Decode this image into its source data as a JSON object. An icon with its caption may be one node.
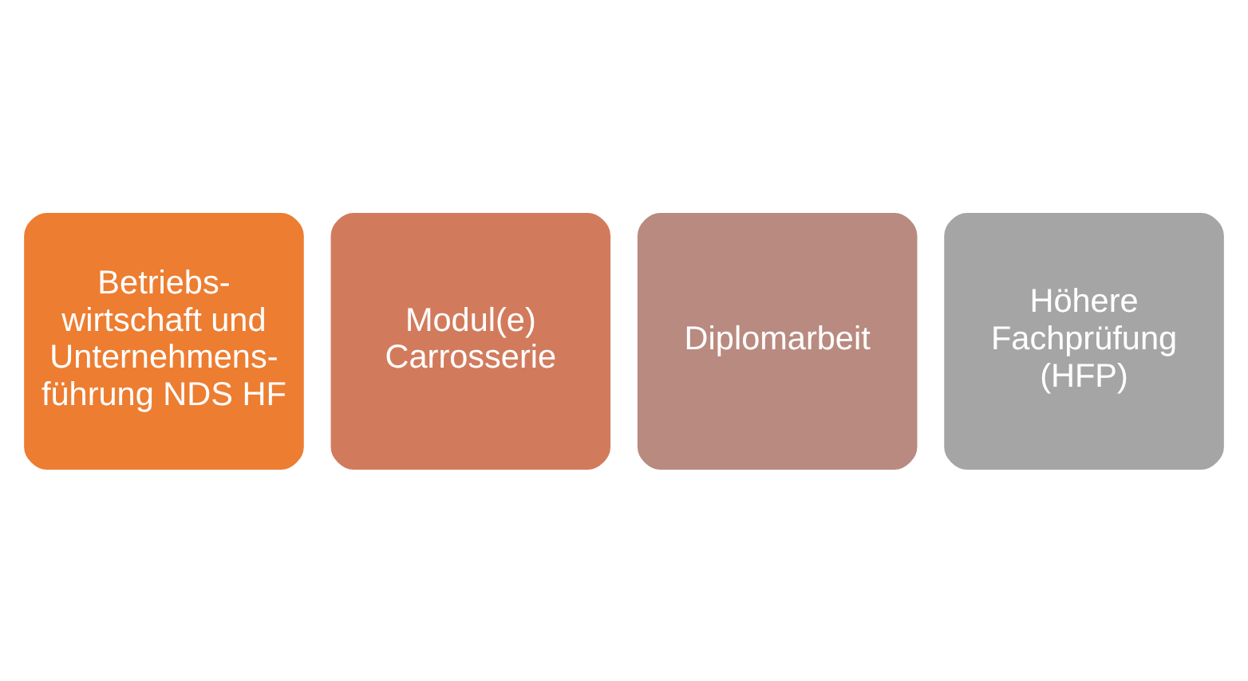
{
  "diagram": {
    "nodes": [
      {
        "text": [
          "Betriebs- wirtschaft und Unternehmens- führung NDS HF"
        ]
      },
      {
        "text": [
          "Modul(e) Carrosserie"
        ]
      },
      {
        "text": [
          "Diplomarbeit"
        ]
      },
      {
        "text": [
          "Höhere Fachprüfung (HFP)"
        ]
      }
    ]
  }
}
